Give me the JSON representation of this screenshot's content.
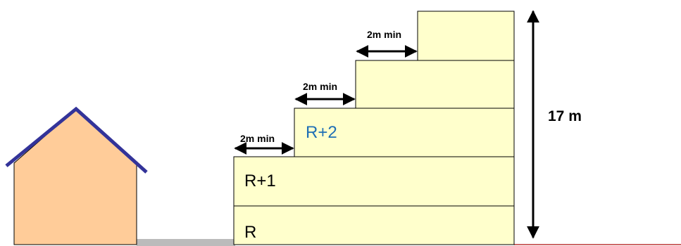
{
  "diagram": {
    "floors": [
      {
        "id": "r",
        "label": "R"
      },
      {
        "id": "r1",
        "label": "R+1"
      },
      {
        "id": "r2",
        "label": "R+2"
      },
      {
        "id": "r3",
        "label": ""
      },
      {
        "id": "r4",
        "label": ""
      }
    ],
    "setbacks": [
      {
        "label": "2m min"
      },
      {
        "label": "2m min"
      },
      {
        "label": "2m min"
      }
    ],
    "height": {
      "label": "17 m"
    },
    "colors": {
      "building_fill": "#FFFFCC",
      "house_fill": "#FFCC99",
      "roof_stroke": "#333399",
      "ground": "#BBBBBB",
      "ground_right": "#CC6666",
      "highlight_label": "#1F6FB5",
      "outline": "#000000"
    }
  }
}
